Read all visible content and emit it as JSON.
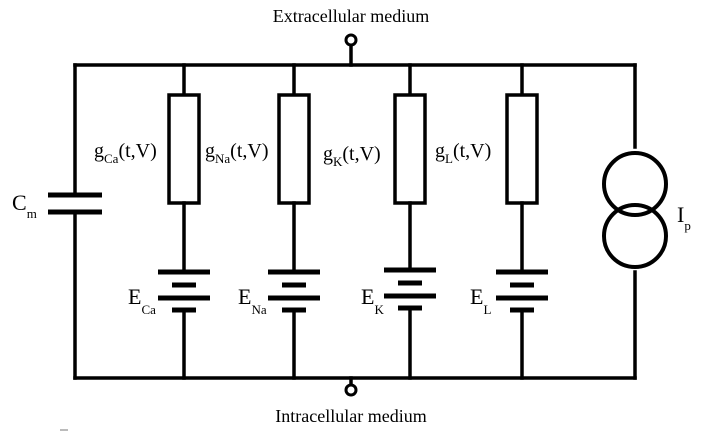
{
  "labels": {
    "top": "Extracellular medium",
    "bottom": "Intracellular medium",
    "capacitor": {
      "main": "C",
      "sub": "m"
    },
    "current_source": {
      "main": "I",
      "sub": "p"
    }
  },
  "branches": [
    {
      "conductance": {
        "main": "g",
        "sub": "Ca",
        "rest": "(t,V)"
      },
      "battery": {
        "main": "E",
        "sub": "Ca"
      }
    },
    {
      "conductance": {
        "main": "g",
        "sub": "Na",
        "rest": "(t,V)"
      },
      "battery": {
        "main": "E",
        "sub": "Na"
      }
    },
    {
      "conductance": {
        "main": "g",
        "sub": "K",
        "rest": "(t,V)"
      },
      "battery": {
        "main": "E",
        "sub": "K"
      }
    },
    {
      "conductance": {
        "main": "g",
        "sub": "L",
        "rest": "(t,V)"
      },
      "battery": {
        "main": "E",
        "sub": "L"
      }
    }
  ]
}
